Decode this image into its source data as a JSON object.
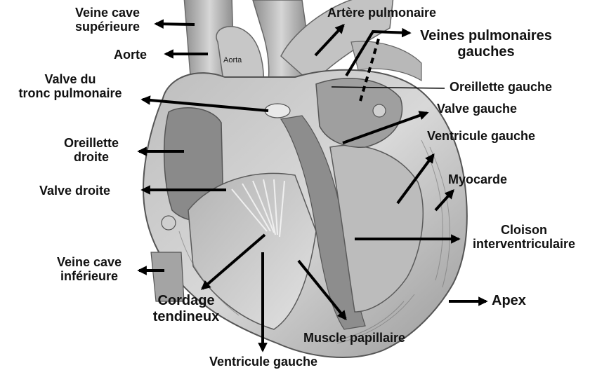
{
  "labels": {
    "veine_cave_superieure": [
      "Veine cave",
      "supérieure"
    ],
    "aorte": "Aorte",
    "aorta_inner": "Aorta",
    "valve_tronc_pulmonaire": [
      "Valve du",
      "tronc pulmonaire"
    ],
    "oreillette_droite": [
      "Oreillette",
      "droite"
    ],
    "valve_droite": "Valve droite",
    "veine_cave_inferieure": [
      "Veine cave",
      "inférieure"
    ],
    "cordage_tendineux": [
      "Cordage",
      "tendineux"
    ],
    "ventricule_gauche_bottom": "Ventricule gauche",
    "muscle_papillaire": "Muscle papillaire",
    "apex": "Apex",
    "cloison_interventriculaire": [
      "Cloison",
      "interventriculaire"
    ],
    "myocarde": "Myocarde",
    "ventricule_gauche_right": "Ventricule gauche",
    "valve_gauche": "Valve gauche",
    "oreillette_gauche": "Oreillette gauche",
    "veines_pulmonaires_gauches": [
      "Veines pulmonaires",
      "gauches"
    ],
    "artere_pulmonaire": "Artère pulmonaire"
  },
  "colors": {
    "text": "#111111",
    "arrow": "#000000",
    "heart_light": "#d9d9d9",
    "heart_mid": "#a9a9a9",
    "heart_dark": "#5a5a5a"
  }
}
